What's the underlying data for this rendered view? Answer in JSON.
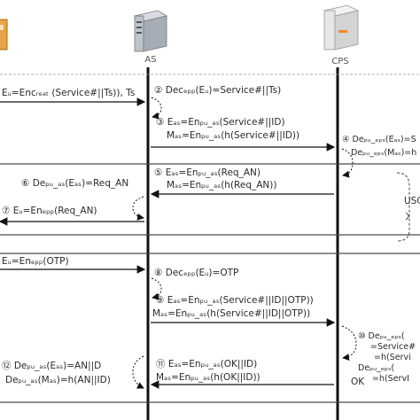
{
  "actors": {
    "as": "AS",
    "cps": "CPS"
  },
  "messages": {
    "m1": "Eᵤ=Encᵣₑₐₜ (Service#||Ts)), Ts",
    "s2": "② Decₑₚₚ(Eᵤ)=Service#||Ts)",
    "s3a": "③ Eₐₛ=Enₚᵤ_ₐₛ(Service#||ID)",
    "s3b": "Mₐₛ=Enₚᵤ_ₐₛ(h(Service#||ID))",
    "s4a": "④ Deₚᵤ_ₑₚₛ(Eₐₛ)=S",
    "s4b": "Deₚᵤ_ₑₚₛ(Mₐₛ)=h",
    "s5a": "⑤ Eₐₛ=Enₚᵤ_ₐₛ(Req_AN)",
    "s5b": "Mₐₛ=Enₚᵤ_ₐₛ(h(Req_AN))",
    "s6": "⑥ Deₚᵤ_ₐₛ(Eₐₛ)=Req_AN",
    "s7": "⑦ Eᵤ=Enₑₚₚ(Req_AN)",
    "m8": "Eᵤ=Enₑₚₚ(OTP)",
    "s9": "⑧ Decₑₚₚ(Eᵤ)=OTP",
    "s10a": "⑨ Eₐₛ=Enₚᵤ_ₐₛ(Service#||ID||OTP))",
    "s10b": "Mₐₛ=Enₚᵤ_ₐₛ(h(Service#||ID||OTP))",
    "s11a": "⑩ Deₚᵤ_ₑₚₛ(",
    "s11b": "=Service#",
    "s11c": "=h(Servi",
    "s11d": "Deₚᵤ_ₑₚₛ(",
    "s11e": "=h(ServI",
    "s12a": "⑪ Eₐₛ=Enₚᵤ_ₐₛ(OK||ID)",
    "s12b": "Mₐₛ=Enₚᵤ_ₐₛ(h(OK||ID))",
    "s13a": "⑫ Deₚᵤ_ₐₛ(Eₐₛ)=AN||D",
    "s13b": "Deₚᵤ_ₐₛ(Mₐₛ)=h(AN||ID)",
    "ok": "OK",
    "use_label": "USC"
  },
  "colors": {
    "lifeline": "#111111",
    "box": "#444444",
    "cps_orange": "#f08a24"
  }
}
